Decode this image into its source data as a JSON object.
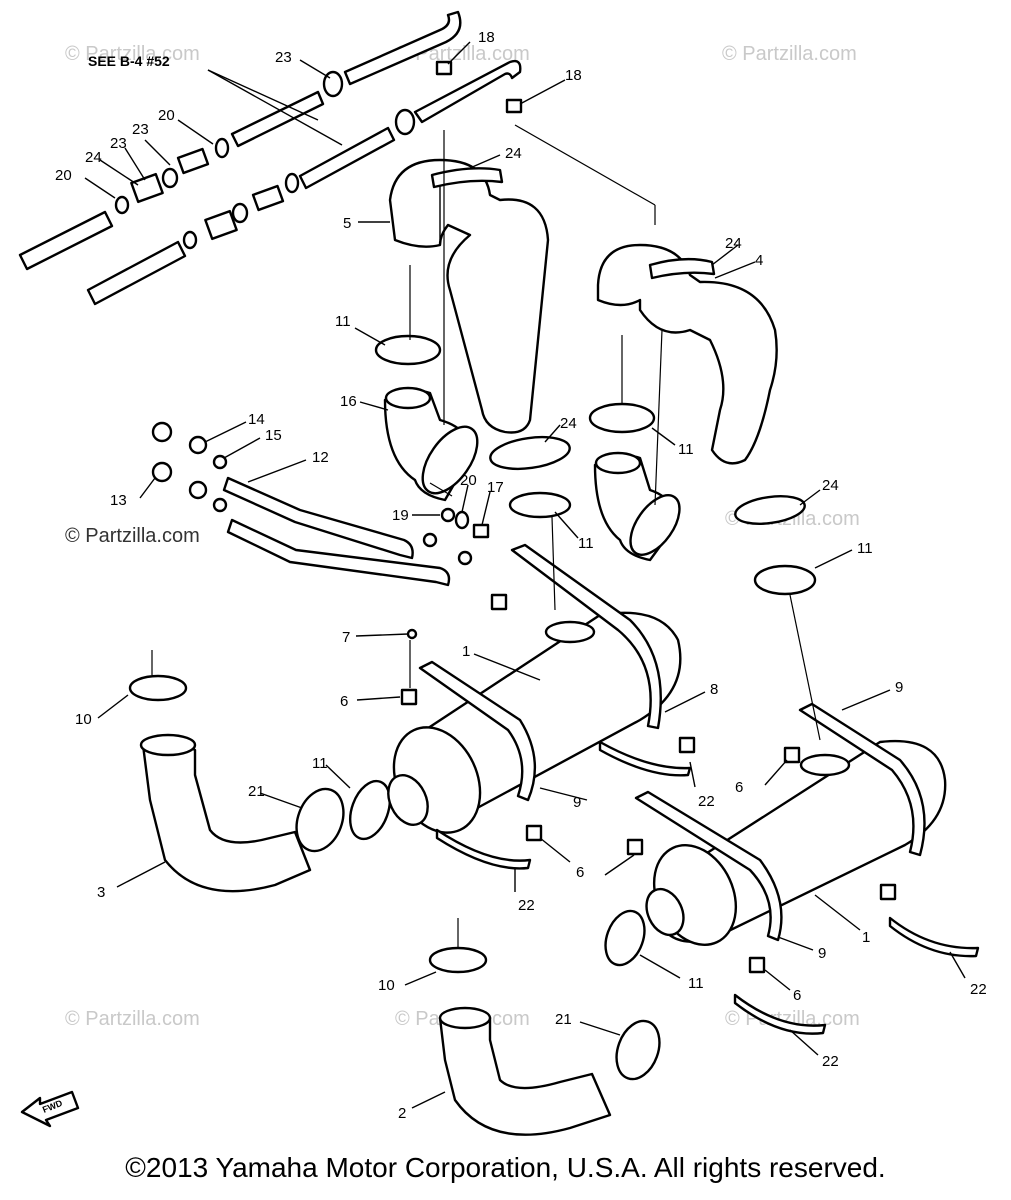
{
  "diagram": {
    "note": "SEE B-4 #52",
    "watermark": "© Partzilla.com",
    "fwd_label": "FWD",
    "copyright": "©2013  Yamaha Motor Corporation, U.S.A. All rights reserved.",
    "callouts": [
      {
        "id": "c23a",
        "text": "23"
      },
      {
        "id": "c18a",
        "text": "18"
      },
      {
        "id": "c18b",
        "text": "18"
      },
      {
        "id": "c20a",
        "text": "20"
      },
      {
        "id": "c23b",
        "text": "23"
      },
      {
        "id": "c23c",
        "text": "23"
      },
      {
        "id": "c24a",
        "text": "24"
      },
      {
        "id": "c20b",
        "text": "20"
      },
      {
        "id": "c24b",
        "text": "24"
      },
      {
        "id": "c5",
        "text": "5"
      },
      {
        "id": "c24c",
        "text": "24"
      },
      {
        "id": "c4",
        "text": "4"
      },
      {
        "id": "c11a",
        "text": "11"
      },
      {
        "id": "c16",
        "text": "16"
      },
      {
        "id": "c14",
        "text": "14"
      },
      {
        "id": "c15",
        "text": "15"
      },
      {
        "id": "c12",
        "text": "12"
      },
      {
        "id": "c24d",
        "text": "24"
      },
      {
        "id": "c11b",
        "text": "11"
      },
      {
        "id": "c13",
        "text": "13"
      },
      {
        "id": "c20c",
        "text": "20"
      },
      {
        "id": "c17",
        "text": "17"
      },
      {
        "id": "c19",
        "text": "19"
      },
      {
        "id": "c11c",
        "text": "11"
      },
      {
        "id": "c24e",
        "text": "24"
      },
      {
        "id": "c11d",
        "text": "11"
      },
      {
        "id": "c7",
        "text": "7"
      },
      {
        "id": "c1a",
        "text": "1"
      },
      {
        "id": "c6a",
        "text": "6"
      },
      {
        "id": "c8",
        "text": "8"
      },
      {
        "id": "c9a",
        "text": "9"
      },
      {
        "id": "c10a",
        "text": "10"
      },
      {
        "id": "c11e",
        "text": "11"
      },
      {
        "id": "c21a",
        "text": "21"
      },
      {
        "id": "c9b",
        "text": "9"
      },
      {
        "id": "c6b",
        "text": "6"
      },
      {
        "id": "c22a",
        "text": "22"
      },
      {
        "id": "c3",
        "text": "3"
      },
      {
        "id": "c6c",
        "text": "6"
      },
      {
        "id": "c22b",
        "text": "22"
      },
      {
        "id": "c1b",
        "text": "1"
      },
      {
        "id": "c9c",
        "text": "9"
      },
      {
        "id": "c10b",
        "text": "10"
      },
      {
        "id": "c11f",
        "text": "11"
      },
      {
        "id": "c6d",
        "text": "6"
      },
      {
        "id": "c22c",
        "text": "22"
      },
      {
        "id": "c21b",
        "text": "21"
      },
      {
        "id": "c22d",
        "text": "22"
      },
      {
        "id": "c2",
        "text": "2"
      }
    ]
  }
}
